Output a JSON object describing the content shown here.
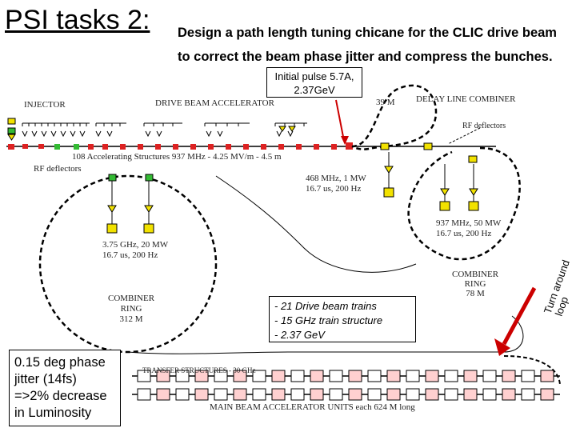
{
  "header": {
    "title": "PSI tasks 2:",
    "subtitle_line1": "Design a path length tuning chicane for the CLIC drive beam",
    "subtitle_line2": "to correct the beam phase jitter and compress the bunches."
  },
  "callouts": {
    "initial_pulse_line1": "Initial pulse 5.7A,",
    "initial_pulse_line2": "2.37GeV",
    "trains": [
      "- 21 Drive beam trains",
      "- 15 GHz train structure",
      "- 2.37 GeV"
    ],
    "jitter": [
      "0.15 deg phase",
      "jitter (14fs)",
      "=>2% decrease",
      "in Luminosity"
    ],
    "turn_around_1": "Turn around",
    "turn_around_2": "loop"
  },
  "diagram_labels": {
    "injector": "INJECTOR",
    "drive_beam_accelerator": "DRIVE BEAM ACCELERATOR",
    "delay_line_combiner": "DELAY LINE COMBINER",
    "delay_39m": "39 M",
    "rf_deflectors_top": "RF deflectors",
    "accelerating_structures": "108 Accelerating Structures 937 MHz - 4.25 MV/m - 4.5 m",
    "rf_deflectors_left": "RF deflectors",
    "klystron_468_1": "468 MHz, 1 MW",
    "klystron_468_2": "16.7 us, 200 Hz",
    "klystron_937_1": "937 MHz, 50 MW",
    "klystron_937_2": "16.7 us, 200 Hz",
    "klystron_375_1": "3.75 GHz, 20 MW",
    "klystron_375_2": "16.7 us, 200 Hz",
    "combiner_ring_left_1": "COMBINER",
    "combiner_ring_left_2": "RING",
    "combiner_ring_left_3": "312 M",
    "combiner_ring_right_1": "COMBINER",
    "combiner_ring_right_2": "RING",
    "combiner_ring_right_3": "78 M",
    "transfer_structures": "TRANSFER STRUCTURES - 30 GHz",
    "main_beam": "MAIN BEAM ACCELERATOR UNITS each 624 M long"
  },
  "colors": {
    "arrow": "#cc0000",
    "magnet_red": "#dd2222",
    "magnet_yellow": "#f2e200",
    "magnet_green": "#33bb33"
  }
}
